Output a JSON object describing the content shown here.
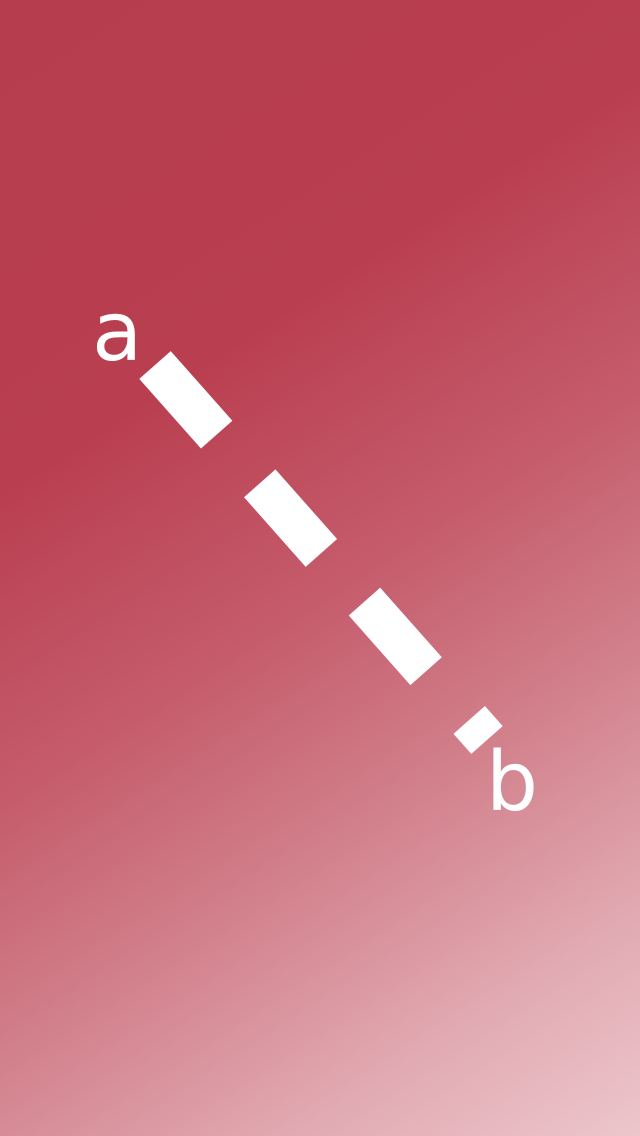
{
  "background": {
    "gradient_colors": [
      "#b53d4d",
      "#c55c6c",
      "#d3848f",
      "#ecc6cb"
    ]
  },
  "labels": {
    "start": "a",
    "end": "b"
  },
  "connector": {
    "style": "dashed",
    "color": "#ffffff",
    "segment_count": 4
  }
}
